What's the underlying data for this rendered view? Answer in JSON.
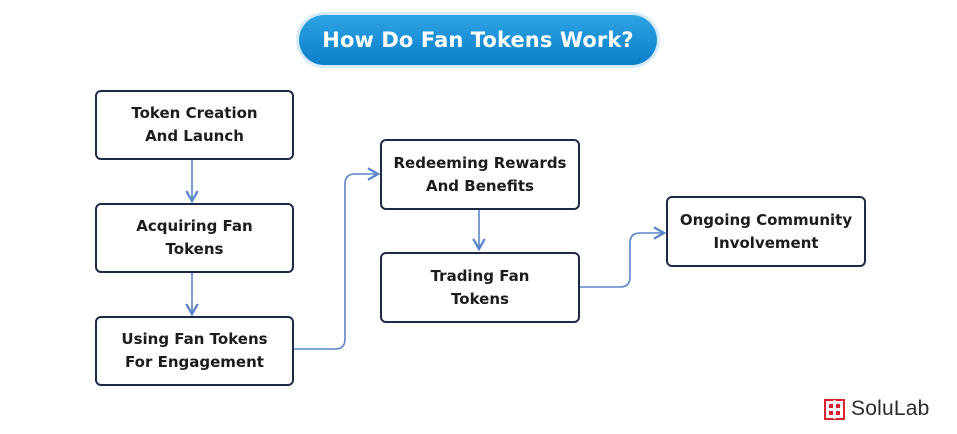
{
  "title": "How Do Fan Tokens Work?",
  "steps": [
    "Token Creation\nAnd Launch",
    "Acquiring Fan\nTokens",
    "Using Fan Tokens\nFor Engagement",
    "Redeeming Rewards\nAnd Benefits",
    "Trading Fan\nTokens",
    "Ongoing Community\nInvolvement"
  ],
  "brand": "SoluLab",
  "colors": {
    "title_bg": "#1493d9",
    "box_border": "#1b2a46",
    "connector": "#5a85c8",
    "logo_red": "#d9232e"
  }
}
